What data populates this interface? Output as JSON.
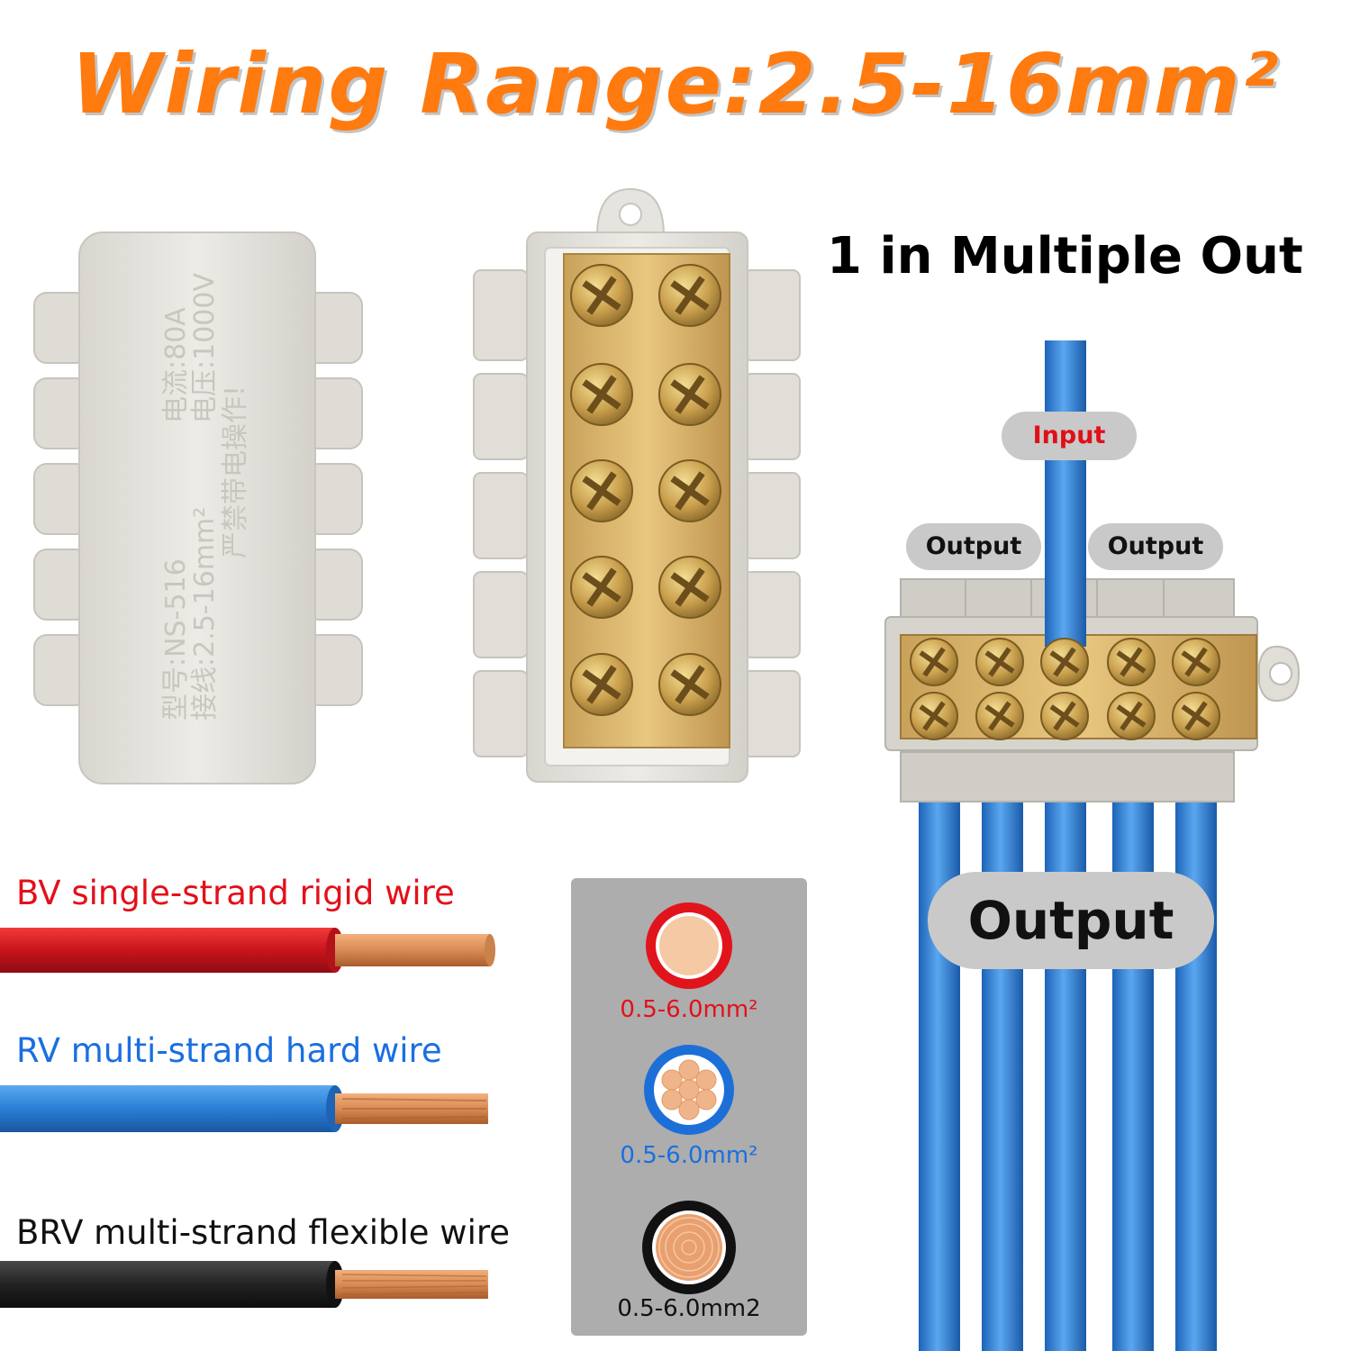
{
  "headline": "Wiring Range:2.5-16mm²",
  "subtitle": "1 in Multiple Out",
  "module_text": {
    "line1": "型号:NS-516",
    "line1b": "电流:80A",
    "line2": "接线:2.5-16mm²",
    "line2b": "电压:1000V",
    "line3": "严禁带电操作!"
  },
  "labels": {
    "input": "Input",
    "output_left": "Output",
    "output_right": "Output",
    "output_main": "Output"
  },
  "wires": [
    {
      "label": "BV single-strand rigid wire",
      "color": "#e3101a",
      "size": "0.5-6.0mm²"
    },
    {
      "label": "RV multi-strand hard wire",
      "color": "#1a6fe0",
      "size": "0.5-6.0mm²"
    },
    {
      "label": "BRV multi-strand flexible wire",
      "color": "#111111",
      "size": "0.5-6.0mm2"
    }
  ],
  "colors": {
    "headline": "#ff7a0f",
    "insulation_red": "#d3121c",
    "insulation_blue": "#2a7fd6",
    "insulation_black": "#222222",
    "copper": "#e0915c",
    "brass": "#d9b46a",
    "housing": "#e4e2dc"
  }
}
